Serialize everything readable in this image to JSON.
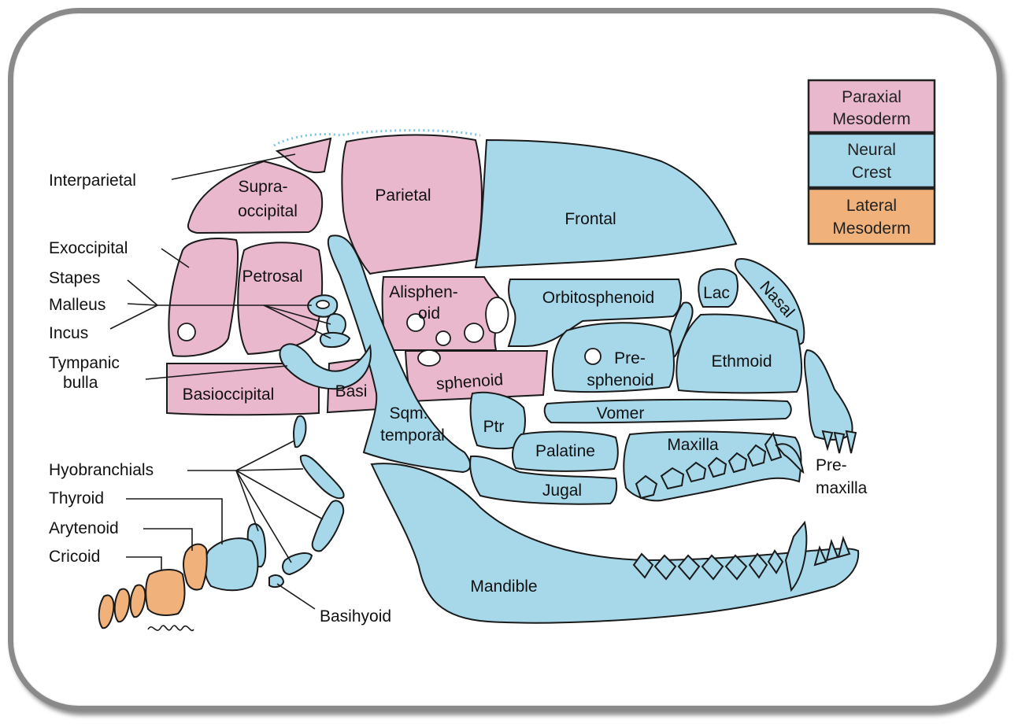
{
  "legend": {
    "paraxial_line1": "Paraxial",
    "paraxial_line2": "Mesoderm",
    "neural_line1": "Neural",
    "neural_line2": "Crest",
    "lateral_line1": "Lateral",
    "lateral_line2": "Mesoderm"
  },
  "colors": {
    "paraxial_mesoderm": "#e9b8cc",
    "neural_crest": "#a6d8ea",
    "lateral_mesoderm": "#f0b27a"
  },
  "bones": {
    "supraoccipital_1": "Supra-",
    "supraoccipital_2": "occipital",
    "parietal": "Parietal",
    "frontal": "Frontal",
    "petrosal": "Petrosal",
    "alisphenoid_1": "Alisphen-",
    "alisphenoid_2": "oid",
    "orbitosphenoid": "Orbitosphenoid",
    "lac": "Lac",
    "nasal": "Nasal",
    "presphenoid_1": "Pre-",
    "presphenoid_2": "sphenoid",
    "ethmoid": "Ethmoid",
    "basioccipital": "Basioccipital",
    "basi": "Basi",
    "sphenoid": "sphenoid",
    "sqm_1": "Sqm.",
    "sqm_2": "temporal",
    "ptr": "Ptr",
    "vomer": "Vomer",
    "palatine": "Palatine",
    "maxilla": "Maxilla",
    "jugal": "Jugal",
    "mandible": "Mandible"
  },
  "callouts": {
    "interparietal": "Interparietal",
    "exoccipital": "Exoccipital",
    "stapes": "Stapes",
    "malleus": "Malleus",
    "incus": "Incus",
    "tympanic_1": "Tympanic",
    "tympanic_2": "bulla",
    "hyobranchials": "Hyobranchials",
    "thyroid": "Thyroid",
    "arytenoid": "Arytenoid",
    "cricoid": "Cricoid",
    "basihyoid": "Basihyoid",
    "premaxilla_1": "Pre-",
    "premaxilla_2": "maxilla"
  }
}
